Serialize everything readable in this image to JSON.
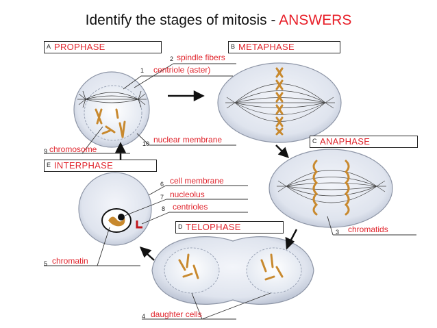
{
  "title": {
    "main": "Identify the stages of mitosis - ",
    "highlight": "ANSWERS"
  },
  "stages": {
    "a": {
      "letter": "A",
      "name": "PROPHASE"
    },
    "b": {
      "letter": "B",
      "name": "METAPHASE"
    },
    "c": {
      "letter": "C",
      "name": "ANAPHASE"
    },
    "d": {
      "letter": "D",
      "name": "TELOPHASE"
    },
    "e": {
      "letter": "E",
      "name": "INTERPHASE"
    }
  },
  "labels": [
    {
      "num": "1",
      "text": "centriole (aster)"
    },
    {
      "num": "2",
      "text": "spindle fibers"
    },
    {
      "num": "3",
      "text": "chromatids"
    },
    {
      "num": "4",
      "text": "daughter cells"
    },
    {
      "num": "5",
      "text": "chromatin"
    },
    {
      "num": "6",
      "text": "cell membrane"
    },
    {
      "num": "7",
      "text": "nucleolus"
    },
    {
      "num": "8",
      "text": "centrioles"
    },
    {
      "num": "9",
      "text": "chromosome"
    },
    {
      "num": "10",
      "text": "nuclear membrane"
    }
  ],
  "colors": {
    "accent": "#e0242c",
    "chromosome": "#c8892e",
    "cell_fill": "#dde3ee"
  }
}
